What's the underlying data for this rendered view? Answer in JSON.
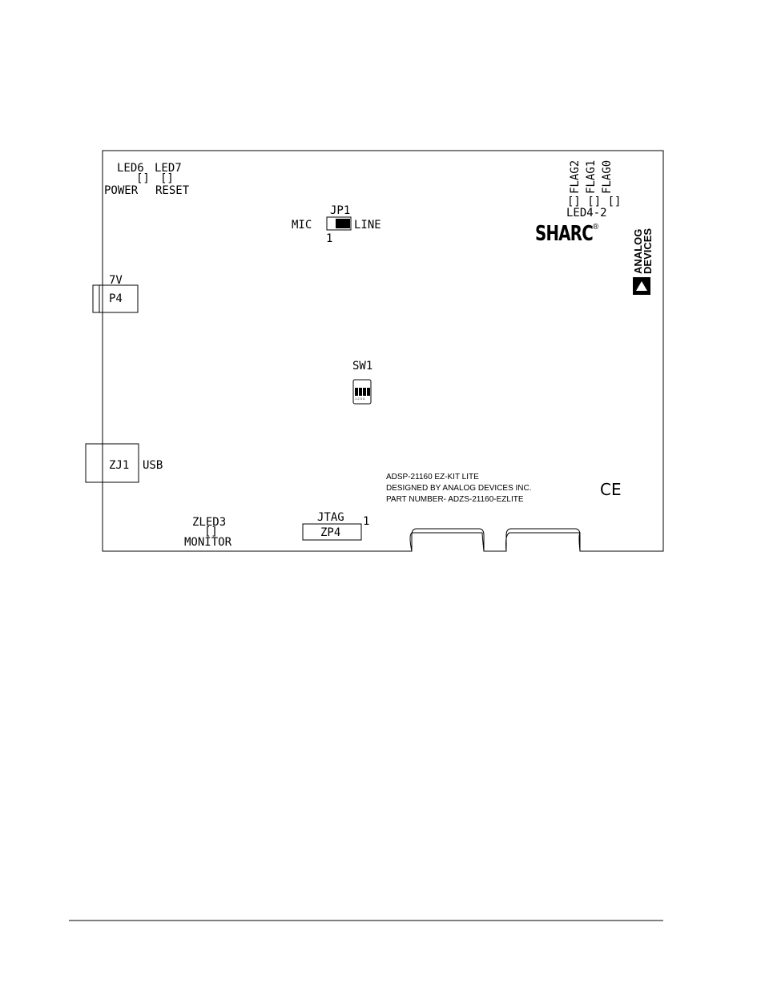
{
  "labels": {
    "led6": "LED6",
    "led7": "LED7",
    "power": "POWER",
    "reset": "RESET",
    "jp1": "JP1",
    "mic": "MIC",
    "line": "LINE",
    "jp1_pin": "1",
    "flag2": "FLAG2",
    "flag1": "FLAG1",
    "flag0": "FLAG0",
    "led4_2": "LED4-2",
    "sharc_logo": "SHARC",
    "registered": "®",
    "adi_line1": "ANALOG",
    "adi_line2": "DEVICES",
    "v7": "7V",
    "p4": "P4",
    "sw1": "SW1",
    "sw1_pins": "1 2 3 4",
    "zj1": "ZJ1",
    "usb": "USB",
    "info_line1": "ADSP-21160 EZ-KIT LITE",
    "info_line2": "DESIGNED BY ANALOG DEVICES INC.",
    "info_line3": "PART NUMBER- ADZS-21160-EZLITE",
    "ce_mark": "CE",
    "zled3": "ZLED3",
    "monitor": "MONITOR",
    "jtag": "JTAG",
    "jtag_pin": "1",
    "zp4": "ZP4"
  }
}
